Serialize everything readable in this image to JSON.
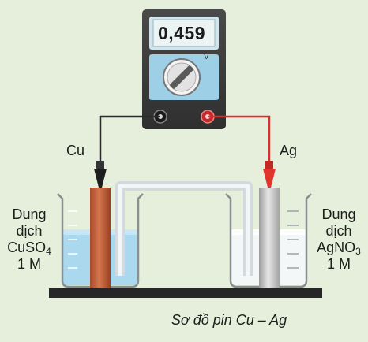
{
  "meter": {
    "reading": "0,459",
    "unit": "V"
  },
  "electrodes": {
    "left": "Cu",
    "right": "Ag"
  },
  "solutions": {
    "left": {
      "line1": "Dung",
      "line2": "dịch",
      "formula": "CuSO",
      "subscript": "4",
      "conc": "1 M"
    },
    "right": {
      "line1": "Dung",
      "line2": "dịch",
      "formula": "AgNO",
      "subscript": "3",
      "conc": "1 M"
    }
  },
  "caption": "Sơ đồ pin Cu – Ag",
  "colors": {
    "background": "#e5efdc",
    "copper": "#c5603a",
    "silver": "#c8c8c8",
    "wire_negative": "#2b2b2b",
    "wire_positive": "#d9302b",
    "cuso4_solution": "#a9d8ef",
    "agno3_solution": "#f4f7f7"
  }
}
